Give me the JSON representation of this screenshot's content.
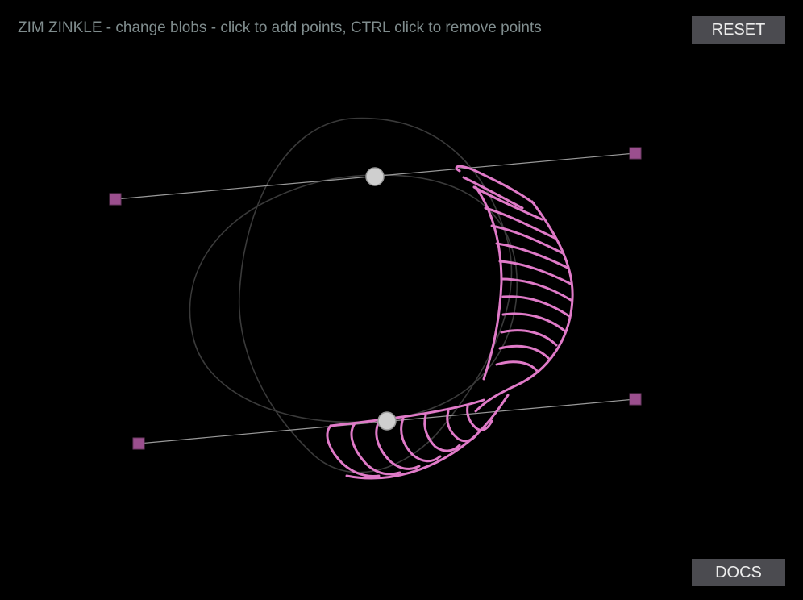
{
  "header": {
    "title": "ZIM ZINKLE - change blobs - click to add points, CTRL click to remove points"
  },
  "buttons": {
    "reset_label": "RESET",
    "docs_label": "DOCS"
  },
  "colors": {
    "background": "#000000",
    "title_text": "#7f8c8d",
    "button_bg": "#4b4b50",
    "button_text": "#ececec",
    "blob_outline": "#3a3a3a",
    "control_line": "#9a9a9a",
    "control_handle": "#9b4f8e",
    "anchor_point": "#cfcfcf",
    "zinkle_stroke": "#e07ac8"
  }
}
